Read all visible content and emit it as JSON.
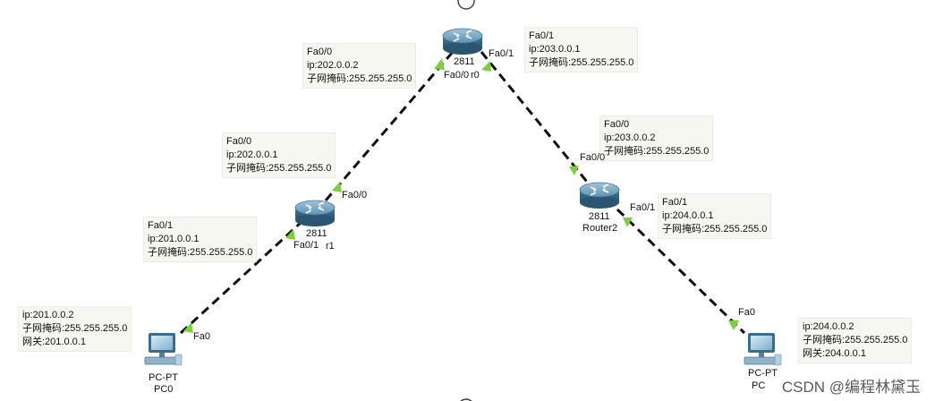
{
  "links": [
    {
      "id": "pc0-r1",
      "from_port": "Fa0",
      "to_port": "Fa0/1"
    },
    {
      "id": "r1-r0",
      "from_port": "Fa0/0",
      "to_port": "Fa0/0"
    },
    {
      "id": "r0-r2",
      "from_port": "Fa0/1",
      "to_port": "Fa0/0"
    },
    {
      "id": "r2-pc1",
      "from_port": "Fa0/1",
      "to_port": "Fa0"
    }
  ],
  "notes": {
    "r0_fa00": {
      "iface": "Fa0/0",
      "ip": "ip:202.0.0.2",
      "mask": "子网掩码:255.255.255.0"
    },
    "r0_fa01": {
      "iface": "Fa0/1",
      "ip": "ip:203.0.0.1",
      "mask": "子网掩码:255.255.255.0"
    },
    "r1_fa00": {
      "iface": "Fa0/0",
      "ip": "ip:202.0.0.1",
      "mask": "子网掩码:255.255.255.0"
    },
    "r1_fa01": {
      "iface": "Fa0/1",
      "ip": "ip:201.0.0.1",
      "mask": "子网掩码:255.255.255.0"
    },
    "r2_fa00": {
      "iface": "Fa0/0",
      "ip": "ip:203.0.0.2",
      "mask": "子网掩码:255.255.255.0"
    },
    "r2_fa01": {
      "iface": "Fa0/1",
      "ip": "ip:204.0.0.1",
      "mask": "子网掩码:255.255.255.0"
    },
    "pc0": {
      "ip": "ip:201.0.0.2",
      "mask": "子网掩码:255.255.255.0",
      "gw": "网关:201.0.0.1"
    },
    "pc1": {
      "ip": "ip:204.0.0.2",
      "mask": "子网掩码:255.255.255.0",
      "gw": "网关:204.0.0.1"
    }
  },
  "devices": {
    "router0": {
      "model": "2811",
      "name_fragment": "r0"
    },
    "router1": {
      "model": "2811",
      "name_fragment": "r1"
    },
    "router2": {
      "model": "2811",
      "name": "Router2"
    },
    "pc0": {
      "type": "PC-PT",
      "name": "PC0"
    },
    "pc1": {
      "type": "PC-PT",
      "name_fragment": "PC"
    }
  },
  "port_labels": {
    "r0_fa00": "Fa0/0",
    "r0_fa01": "Fa0/1",
    "r1_fa00": "Fa0/0",
    "r1_fa01": "Fa0/1",
    "r2_fa00": "Fa0/0",
    "r2_fa01": "Fa0/1",
    "pc0_fa0": "Fa0",
    "pc1_fa0": "Fa0"
  },
  "icons": {
    "router": "router-icon",
    "pc": "pc-icon",
    "link_light": "link-light-icon"
  },
  "colors": {
    "link": "#111111",
    "link_light": "#7bd13a",
    "router_body": "#4f88a8",
    "note_bg": "#f7f7f1"
  },
  "watermark": "CSDN @编程林黛玉"
}
